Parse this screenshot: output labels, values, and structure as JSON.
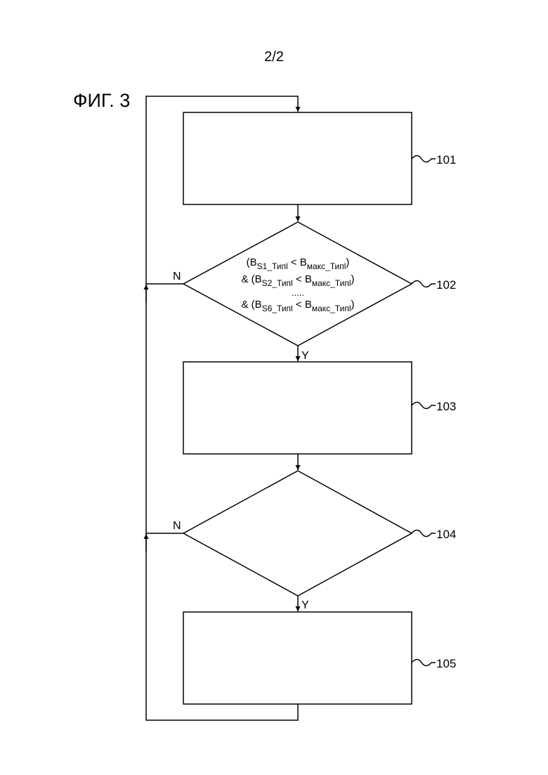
{
  "page_number": "2/2",
  "figure_label": "ФИГ. 3",
  "steps": {
    "s101": {
      "ref": "101"
    },
    "s102": {
      "ref": "102",
      "condition": {
        "line1": {
          "open": "(B",
          "sub1": "S1_Типl",
          "mid": " < B",
          "sub2": "макс_Типl",
          "close": ")"
        },
        "line2": {
          "open": "& (B",
          "sub1": "S2_Типl",
          "mid": " < B",
          "sub2": "макс_Типl",
          "close": ")"
        },
        "dots": ".....",
        "line3": {
          "open": "& (B",
          "sub1": "S6_Типl",
          "mid": " < B",
          "sub2": "макс_Типl",
          "close": ")"
        }
      },
      "no_label": "N",
      "yes_label": "Y"
    },
    "s103": {
      "ref": "103"
    },
    "s104": {
      "ref": "104",
      "no_label": "N",
      "yes_label": "Y"
    },
    "s105": {
      "ref": "105"
    }
  }
}
